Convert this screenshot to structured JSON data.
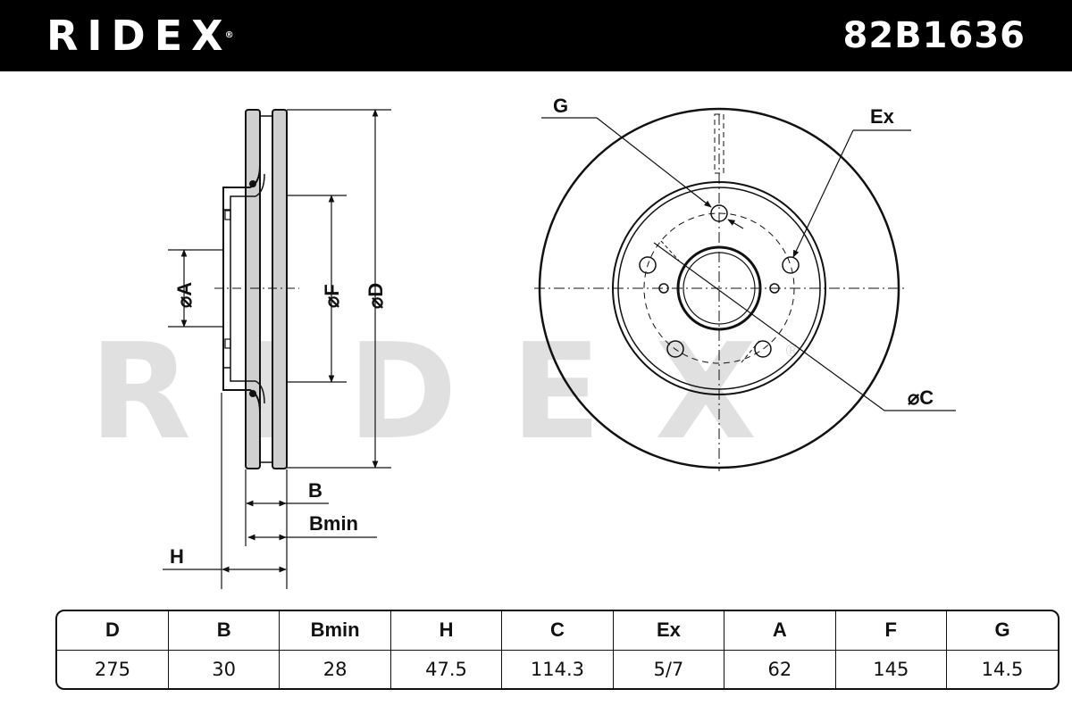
{
  "brand": {
    "logo_text": "RIDEX",
    "registered_mark": "®"
  },
  "part_number": "82B1636",
  "watermark": {
    "text": "RIDEX",
    "registered_mark": "®"
  },
  "diagram": {
    "labels": {
      "dia_a": "⌀A",
      "dia_f": "⌀F",
      "dia_d": "⌀D",
      "b": "B",
      "bmin": "Bmin",
      "h": "H",
      "g": "G",
      "ex": "Ex",
      "dia_c": "⌀C"
    }
  },
  "specs": {
    "headers": [
      "D",
      "B",
      "Bmin",
      "H",
      "C",
      "Ex",
      "A",
      "F",
      "G"
    ],
    "values": [
      "275",
      "30",
      "28",
      "47.5",
      "114.3",
      "5/7",
      "62",
      "145",
      "14.5"
    ]
  }
}
